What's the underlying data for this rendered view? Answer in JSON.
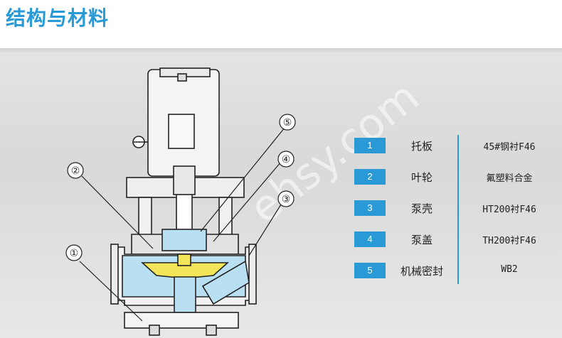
{
  "title": "结构与材料",
  "watermark": "ehsy.com",
  "callouts": [
    "①",
    "②",
    "③",
    "④",
    "⑤"
  ],
  "parts": [
    {
      "num": "1",
      "name": "托板",
      "material": "45#钢衬F46"
    },
    {
      "num": "2",
      "name": "叶轮",
      "material": "氟塑料合金"
    },
    {
      "num": "3",
      "name": "泵壳",
      "material": "HT200衬F46"
    },
    {
      "num": "4",
      "name": "泵盖",
      "material": "TH200衬F46"
    },
    {
      "num": "5",
      "name": "机械密封",
      "material": "WB2"
    }
  ],
  "colors": {
    "accent": "#2a9ad6",
    "liner": "#b9dff2",
    "impeller": "#f3e45a",
    "metal": "#f2f2f2"
  }
}
